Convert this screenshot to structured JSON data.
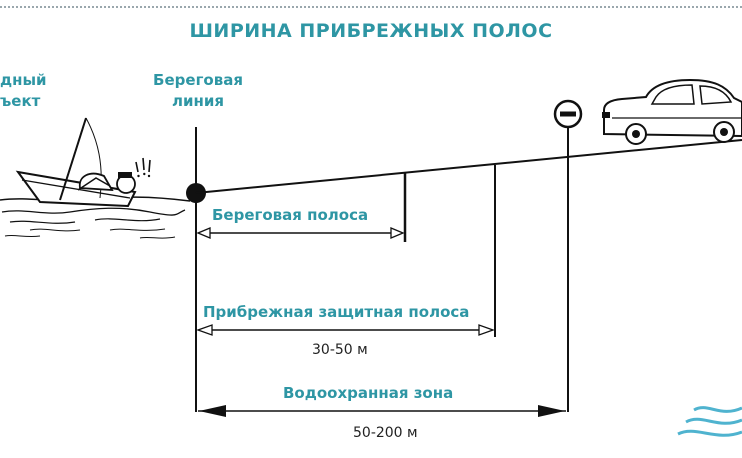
{
  "title": "ШИРИНА ПРИБРЕЖНЫХ ПОЛОС",
  "labels": {
    "water_object": "дный\nъект",
    "shoreline": "Береговая\nлиния",
    "shore_strip": "Береговая полоса",
    "protective_strip": "Прибрежная защитная полоса",
    "water_protection_zone": "Водоохранная зона"
  },
  "measurements": {
    "protective_strip": "30-50 м",
    "water_protection_zone": "50-200 м"
  },
  "colors": {
    "accent": "#2e96a4",
    "line": "#111111",
    "water": "#4fb3cf"
  },
  "icons": [
    "boat-with-fisherman-icon",
    "no-entry-sign-icon",
    "car-icon",
    "water-waves-icon"
  ]
}
